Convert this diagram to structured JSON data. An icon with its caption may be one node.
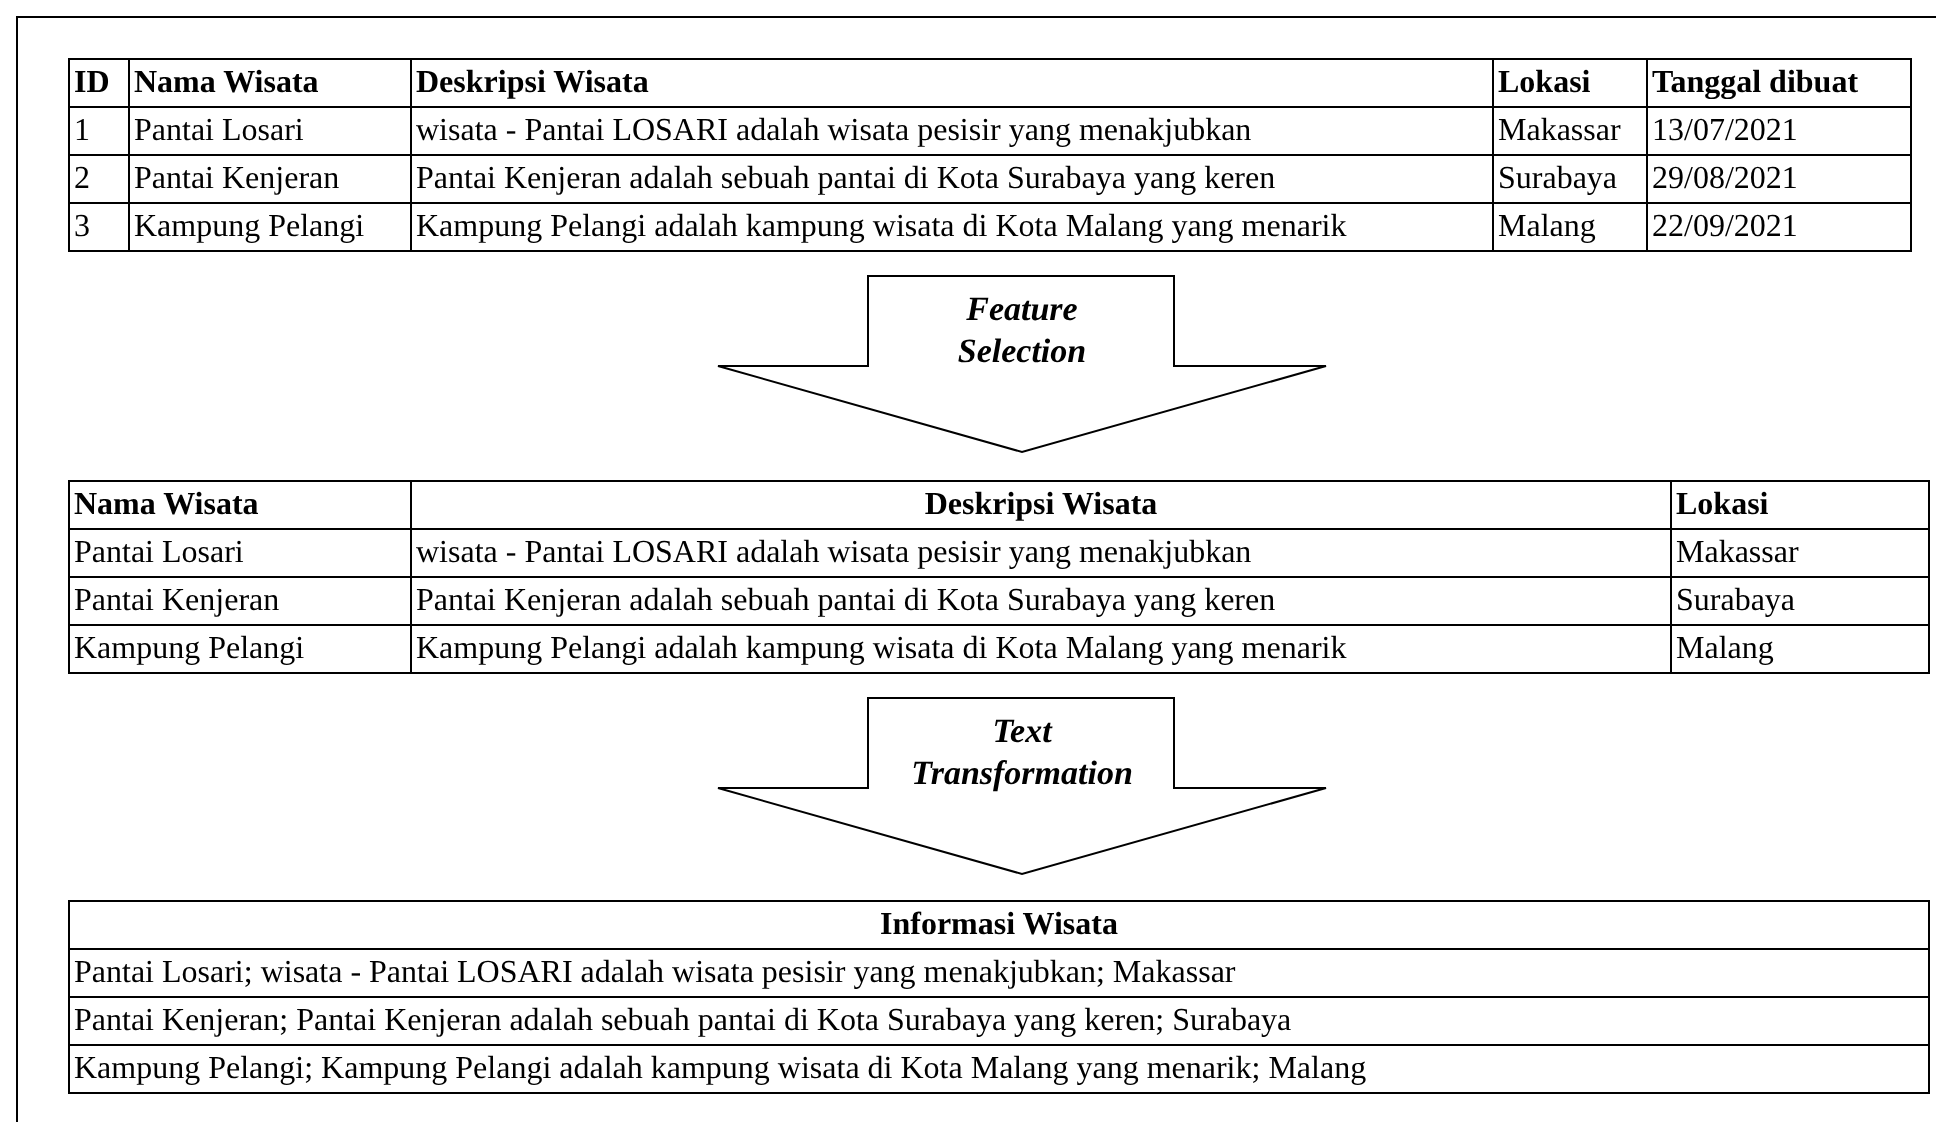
{
  "diagram": {
    "nodes": [
      {
        "text": [],
        "shape": "table"
      },
      {
        "text": [
          "ID",
          "Nama Wisata",
          "Deskripsi Wisata",
          "Lokasi",
          "Tanggal dibuat"
        ],
        "in": 0
      },
      {
        "text": [
          "1",
          "Pantai Losari",
          "wisata - Pantai LOSARI adalah wisata pesisir yang menakjubkan",
          "Makassar",
          "13/07/2021"
        ],
        "in": 0
      },
      {
        "text": [
          "2",
          "Pantai Kenjeran",
          "Pantai Kenjeran adalah sebuah pantai di Kota Surabaya yang keren",
          "Surabaya",
          "29/08/2021"
        ],
        "in": 0
      },
      {
        "text": [
          "3",
          "Kampung Pelangi",
          "Kampung Pelangi adalah kampung wisata di Kota Malang yang menarik",
          "Malang",
          "22/09/2021"
        ],
        "in": 0
      },
      {
        "text": [
          "Feature Selection"
        ]
      },
      {
        "text": [],
        "shape": "table"
      },
      {
        "text": [
          "Nama Wisata",
          "Deskripsi Wisata",
          "Lokasi"
        ],
        "in": 6
      },
      {
        "text": [
          "Pantai Losari",
          "wisata - Pantai LOSARI adalah wisata pesisir yang menakjubkan",
          "Makassar"
        ],
        "in": 6
      },
      {
        "text": [
          "Pantai Kenjeran",
          "Pantai Kenjeran adalah sebuah pantai di Kota Surabaya yang keren",
          "Surabaya"
        ],
        "in": 6
      },
      {
        "text": [
          "Kampung Pelangi",
          "Kampung Pelangi adalah kampung wisata di Kota Malang yang menarik",
          "Malang"
        ],
        "in": 6
      },
      {
        "text": [
          "Text Transformation"
        ]
      },
      {
        "text": [],
        "shape": "table"
      },
      {
        "text": [
          "Informasi Wisata"
        ],
        "in": 12
      },
      {
        "text": [
          "Pantai Losari; wisata - Pantai LOSARI adalah wisata pesisir yang menakjubkan; Makassar"
        ],
        "in": 12
      },
      {
        "text": [
          "Pantai Kenjeran; Pantai Kenjeran adalah sebuah pantai di Kota Surabaya yang keren; Surabaya"
        ],
        "in": 12
      },
      {
        "text": [
          "Kampung Pelangi; Kampung Pelangi adalah kampung wisata di Kota Malang yang menarik; Malang"
        ],
        "in": 12
      }
    ]
  }
}
